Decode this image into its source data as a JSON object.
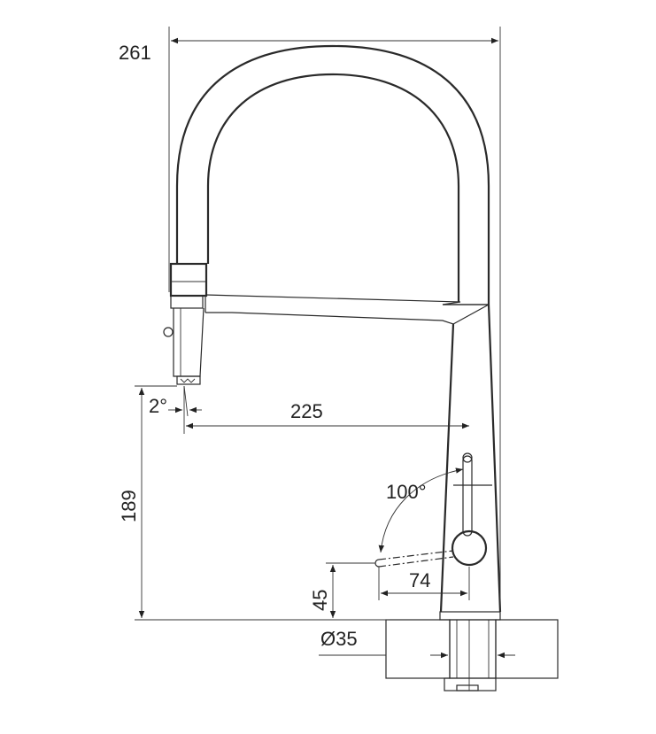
{
  "dimensions": {
    "total_width": "261",
    "spout_reach": "225",
    "spout_height": "189",
    "spray_angle": "2°",
    "lever_angle": "100°",
    "lever_height": "45",
    "lever_reach": "74",
    "hole_diameter": "Ø35"
  },
  "colors": {
    "line": "#2a2a2a",
    "background": "#ffffff"
  }
}
